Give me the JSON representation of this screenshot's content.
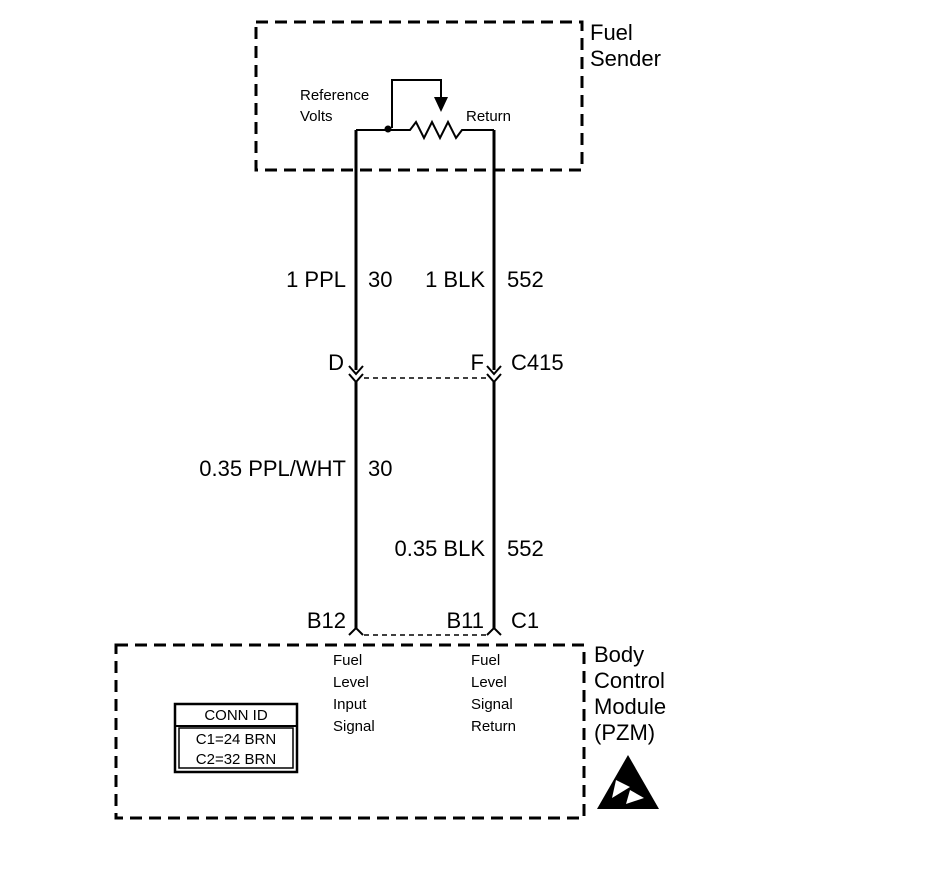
{
  "fuel_sender": {
    "line1": "Fuel",
    "line2": "Sender"
  },
  "sensor": {
    "ref_line1": "Reference",
    "ref_line2": "Volts",
    "return": "Return"
  },
  "wires_upper": {
    "left_color": "1 PPL",
    "left_circuit": "30",
    "right_color": "1 BLK",
    "right_circuit": "552"
  },
  "connector_c415": {
    "pin_left": "D",
    "pin_right": "F",
    "id": "C415"
  },
  "wires_lower": {
    "left_color": "0.35 PPL/WHT",
    "left_circuit": "30",
    "right_color": "0.35 BLK",
    "right_circuit": "552"
  },
  "bcm_pins": {
    "left": "B12",
    "right": "B11",
    "connector": "C1"
  },
  "bcm_labels": {
    "left": [
      "Fuel",
      "Level",
      "Input",
      "Signal"
    ],
    "right": [
      "Fuel",
      "Level",
      "Signal",
      "Return"
    ]
  },
  "bcm": {
    "line1": "Body",
    "line2": "Control",
    "line3": "Module",
    "line4": "(PZM)"
  },
  "conn_id": {
    "title": "CONN ID",
    "c1": "C1=24 BRN",
    "c2": "C2=32 BRN"
  },
  "esd_icon": "esd-warning-icon"
}
